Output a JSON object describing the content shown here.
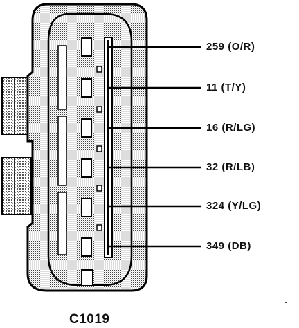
{
  "connector": {
    "id": "C1019",
    "pins": [
      {
        "circuit": "259",
        "color": "(O/R)"
      },
      {
        "circuit": "11",
        "color": "(T/Y)"
      },
      {
        "circuit": "16",
        "color": "(R/LG)"
      },
      {
        "circuit": "32",
        "color": "(R/LB)"
      },
      {
        "circuit": "324",
        "color": "(Y/LG)"
      },
      {
        "circuit": "349",
        "color": "(DB)"
      }
    ]
  },
  "labels": {
    "pin_0": "259 (O/R)",
    "pin_1": "11 (T/Y)",
    "pin_2": "16 (R/LG)",
    "pin_3": "32 (R/LB)",
    "pin_4": "324 (Y/LG)",
    "pin_5": "349 (DB)"
  }
}
